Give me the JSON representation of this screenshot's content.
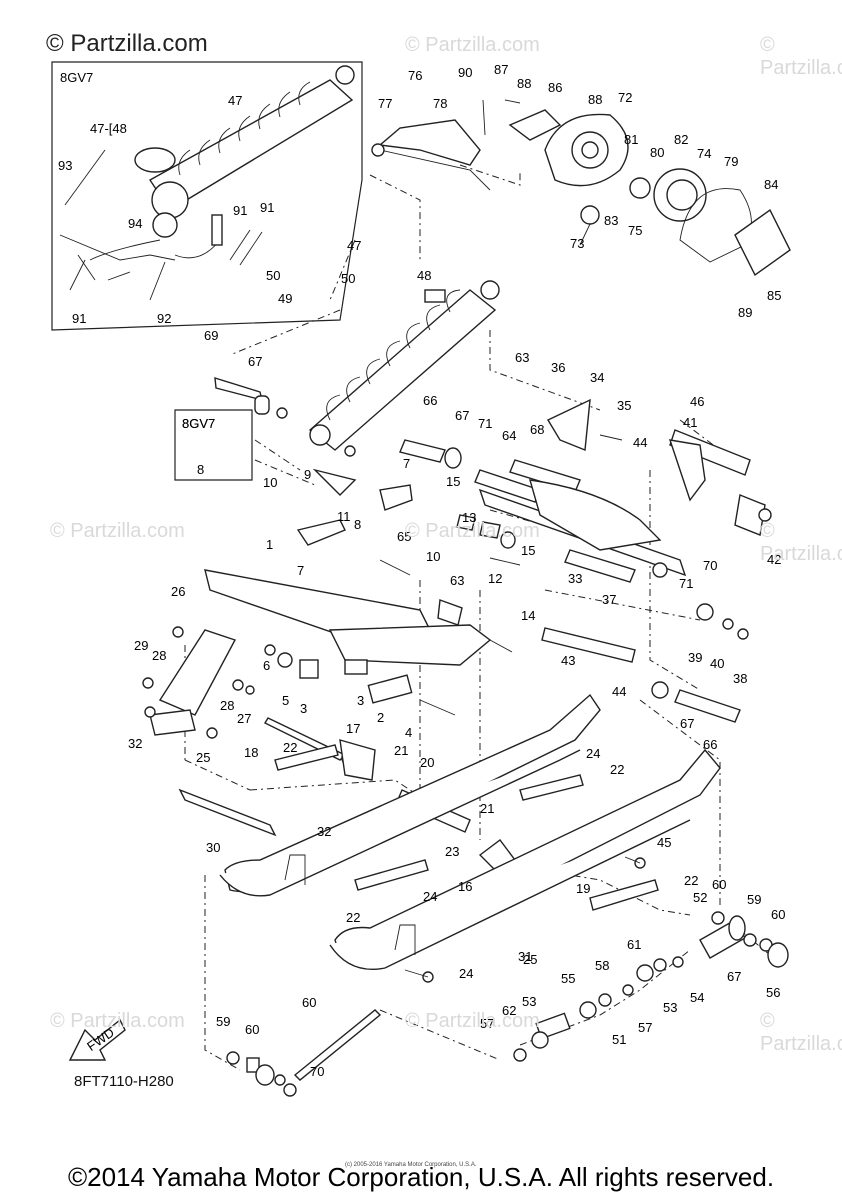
{
  "watermark": {
    "main": "© Partzilla.com",
    "faint": "© Partzilla.com"
  },
  "insets": [
    {
      "label": "8GV7"
    },
    {
      "label": "8GV7"
    }
  ],
  "diagram_code": "8FT7110-H280",
  "fwd_label": "FWD",
  "small_copyright": "(c) 2005-2016 Yamaha Motor Corporation, U.S.A.",
  "footer_copyright": "©2014 Yamaha Motor Corporation, U.S.A. All rights reserved.",
  "callouts": [
    "47",
    "47-[48",
    "93",
    "94",
    "91",
    "91",
    "91",
    "92",
    "76",
    "77",
    "78",
    "90",
    "87",
    "88",
    "86",
    "88",
    "72",
    "81",
    "80",
    "82",
    "74",
    "79",
    "84",
    "85",
    "89",
    "73",
    "83",
    "75",
    "47",
    "50",
    "49",
    "50",
    "48",
    "69",
    "67",
    "63",
    "36",
    "34",
    "35",
    "41",
    "46",
    "44",
    "68",
    "64",
    "71",
    "67",
    "66",
    "8GV7",
    "8",
    "9",
    "11",
    "10",
    "7",
    "7",
    "8",
    "10",
    "65",
    "15",
    "13",
    "15",
    "12",
    "33",
    "37",
    "70",
    "71",
    "42",
    "1",
    "26",
    "29",
    "28",
    "6",
    "5",
    "3",
    "3",
    "2",
    "4",
    "63",
    "14",
    "43",
    "44",
    "39",
    "40",
    "38",
    "32",
    "27",
    "28",
    "18",
    "17",
    "21",
    "20",
    "22",
    "25",
    "30",
    "32",
    "24",
    "22",
    "67",
    "66",
    "21",
    "23",
    "16",
    "19",
    "22",
    "45",
    "60",
    "59",
    "60",
    "24",
    "22",
    "31",
    "24",
    "25",
    "52",
    "67",
    "56",
    "61",
    "58",
    "55",
    "53",
    "54",
    "53",
    "57",
    "62",
    "57",
    "51",
    "60",
    "59",
    "60",
    "70"
  ]
}
